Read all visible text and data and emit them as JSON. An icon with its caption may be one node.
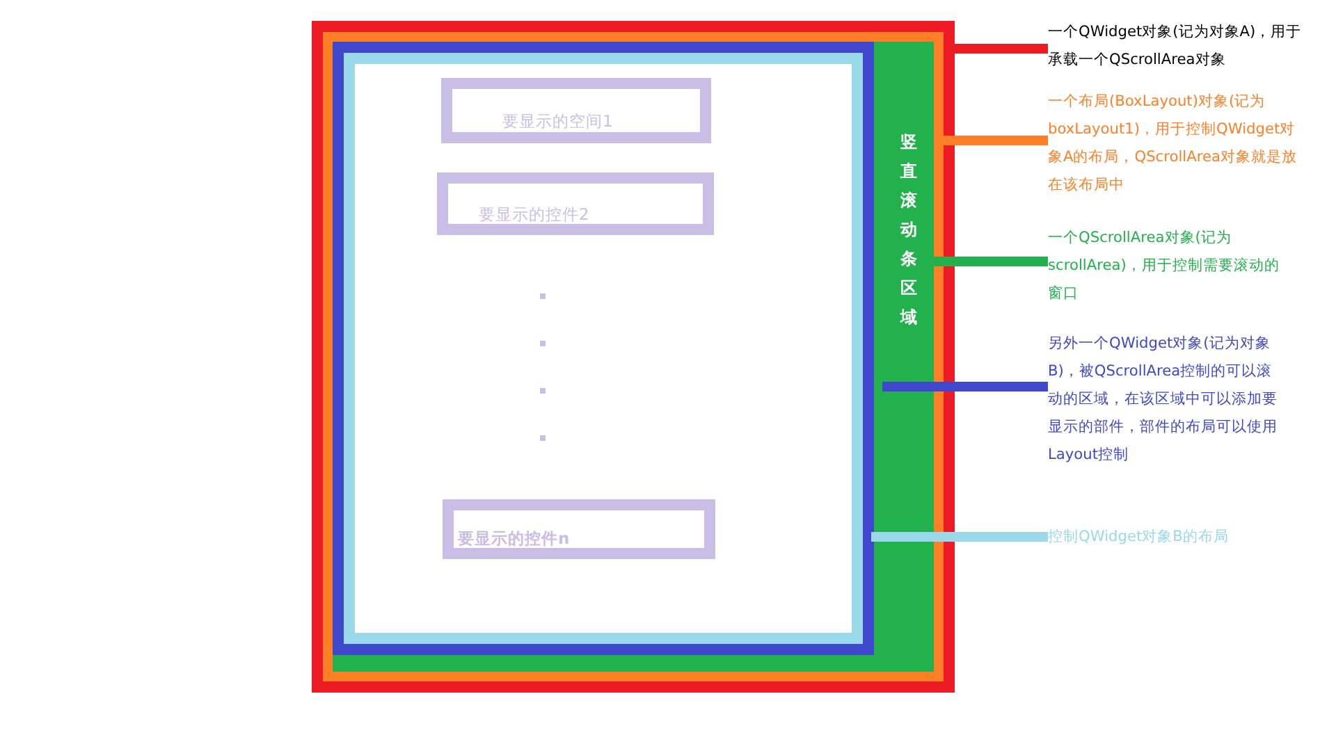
{
  "diagram": {
    "nodes": [
      {
        "text": [],
        "shape": "box"
      },
      {
        "text": [],
        "shape": "box",
        "in": 0
      },
      {
        "text": [
          "竖直滚动条区域"
        ],
        "in": 1
      },
      {
        "text": [],
        "shape": "box",
        "in": 2
      },
      {
        "text": [],
        "shape": "box",
        "in": 3
      },
      {
        "text": [
          "要显示的空间1"
        ],
        "in": 4
      },
      {
        "text": [
          "要显示的控件2"
        ],
        "in": 4
      },
      {
        "text": [
          "要显示的控件n"
        ],
        "in": 4
      },
      {
        "text": [
          "一个QWidget对象(记为对象A)，用于承载一个QScrollArea对象"
        ]
      },
      {
        "text": [
          "一个布局(BoxLayout)对象(记为boxLayout1)，用于控制QWidget对象A的布局，QScrollArea对象就是放在该布局中"
        ]
      },
      {
        "text": [
          "一个QScrollArea对象(记为scrollArea)，用于控制需要滚动的窗口"
        ]
      },
      {
        "text": [
          "另外一个QWidget对象(记为对象B)，被QScrollArea控制的可以滚动的区域，在该区域中可以添加要显示的部件，部件的布局可以使用Layout控制"
        ]
      },
      {
        "text": [
          "控制QWidget对象B的布局"
        ]
      }
    ],
    "edges": [
      {
        "from": 8,
        "to": 0,
        "arrow": "none",
        "color": "#ed1c24"
      },
      {
        "from": 9,
        "to": 1,
        "arrow": "none",
        "color": "#ff7f27"
      },
      {
        "from": 10,
        "to": 2,
        "arrow": "none",
        "color": "#22b14c"
      },
      {
        "from": 11,
        "to": 3,
        "arrow": "none",
        "color": "#3f48cc"
      },
      {
        "from": 12,
        "to": 4,
        "arrow": "none",
        "color": "#99d9ea"
      }
    ]
  }
}
